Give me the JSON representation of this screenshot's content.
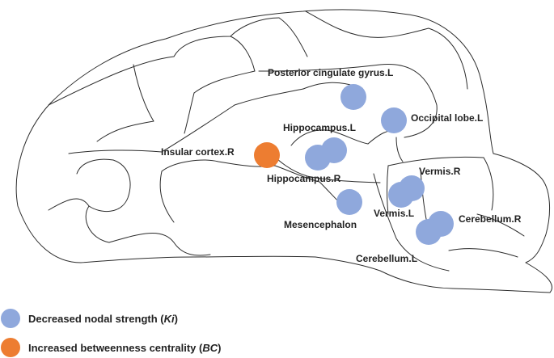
{
  "colors": {
    "brain_fill": "#e6e6e6",
    "outline": "#2b2b2b",
    "decreased": "#8fa8dc",
    "increased": "#ed7d31"
  },
  "regions": [
    {
      "key": "posterior_cingulate",
      "label": "Posterior cingulate gyrus.L",
      "type": "decreased"
    },
    {
      "key": "occipital",
      "label": "Occipital lobe.L",
      "type": "decreased"
    },
    {
      "key": "hippocampus_l",
      "label": "Hippocampus.L",
      "type": "decreased"
    },
    {
      "key": "insular",
      "label": "Insular cortex.R",
      "type": "increased"
    },
    {
      "key": "hippocampus_r",
      "label": "Hippocampus.R",
      "type": "decreased"
    },
    {
      "key": "vermis_r",
      "label": "Vermis.R",
      "type": "decreased"
    },
    {
      "key": "vermis_l",
      "label": "Vermis.L",
      "type": "decreased"
    },
    {
      "key": "mesencephalon",
      "label": "Mesencephalon",
      "type": "decreased"
    },
    {
      "key": "cerebellum_r",
      "label": "Cerebellum.R",
      "type": "decreased"
    },
    {
      "key": "cerebellum_l",
      "label": "Cerebellum.L",
      "type": "decreased"
    }
  ],
  "legend": {
    "decreased": {
      "prefix": "Decreased nodal strength (",
      "symbol": "Ki",
      "suffix": ")"
    },
    "increased": {
      "prefix": "Increased betweenness centrality (",
      "symbol": "BC",
      "suffix": ")"
    }
  }
}
